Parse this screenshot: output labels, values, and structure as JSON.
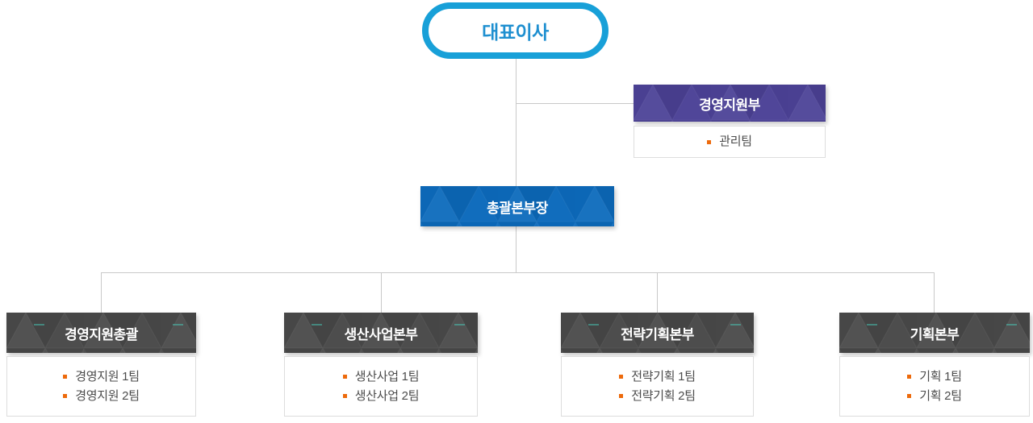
{
  "org_chart": {
    "ceo": {
      "label": "대표이사"
    },
    "staff_department": {
      "label": "경영지원부",
      "teams": [
        "관리팀"
      ]
    },
    "director": {
      "label": "총괄본부장"
    },
    "divisions": [
      {
        "label": "경영지원총괄",
        "teams": [
          "경영지원 1팀",
          "경영지원 2팀"
        ]
      },
      {
        "label": "생산사업본부",
        "teams": [
          "생산사업 1팀",
          "생산사업 2팀"
        ]
      },
      {
        "label": "전략기획본부",
        "teams": [
          "전략기획 1팀",
          "전략기획 2팀"
        ]
      },
      {
        "label": "기획본부",
        "teams": [
          "기획 1팀",
          "기획 2팀"
        ]
      }
    ],
    "colors": {
      "ceo_border": "#18a0d8",
      "ceo_text": "#1e8fd0",
      "staff_department_bg": "#4c4297",
      "director_bg": "#0c6abc",
      "division_bg": "#494949",
      "bullet": "#ed6a0c",
      "connector_line": "#c9c9c9",
      "team_text": "#4b4b4b",
      "team_box_border": "#dddddd",
      "accent_dash": "#3fd0bc"
    }
  }
}
